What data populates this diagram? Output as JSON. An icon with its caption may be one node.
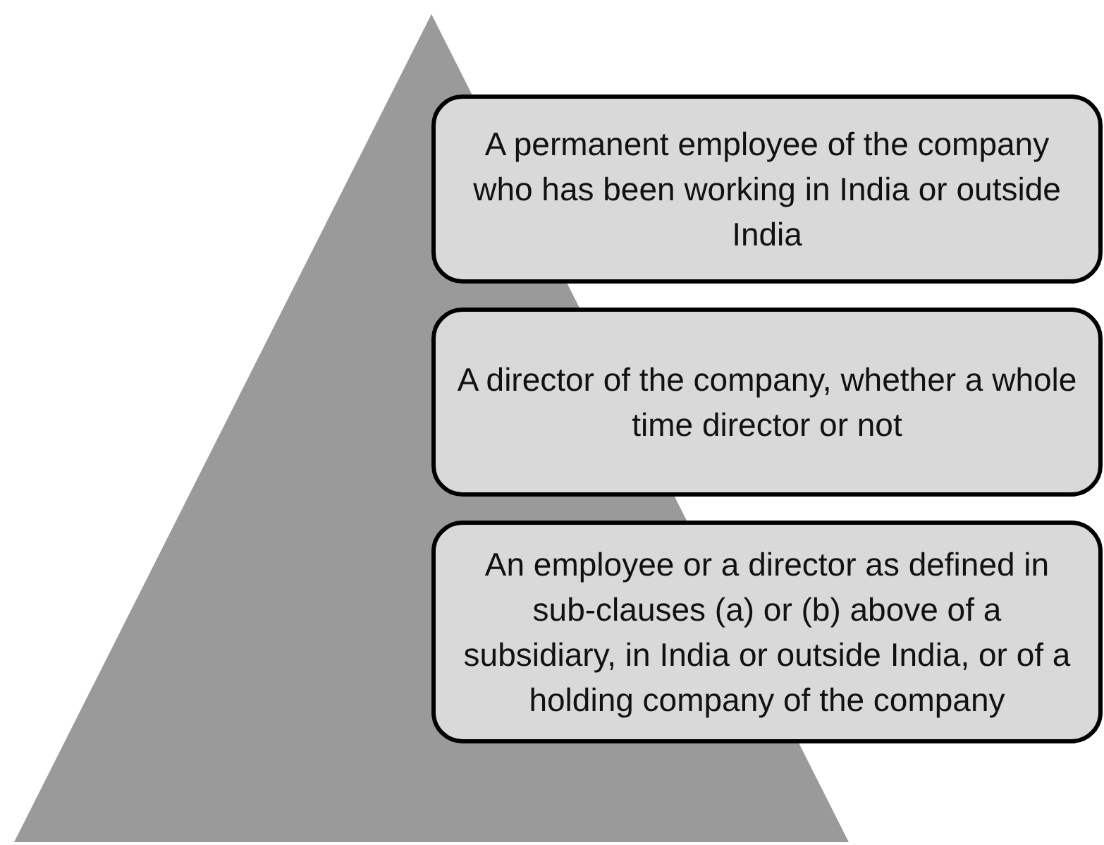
{
  "diagram": {
    "nodes": [
      {
        "text": [
          "A permanent employee of the company who has been working in India or outside India"
        ]
      },
      {
        "text": [
          "A director of the company, whether a whole time director or not"
        ]
      },
      {
        "text": [
          "An employee or a director as defined in sub-clauses (a) or (b) above of a subsidiary, in India or outside India, or of a holding company of the company"
        ]
      }
    ],
    "edges": []
  }
}
